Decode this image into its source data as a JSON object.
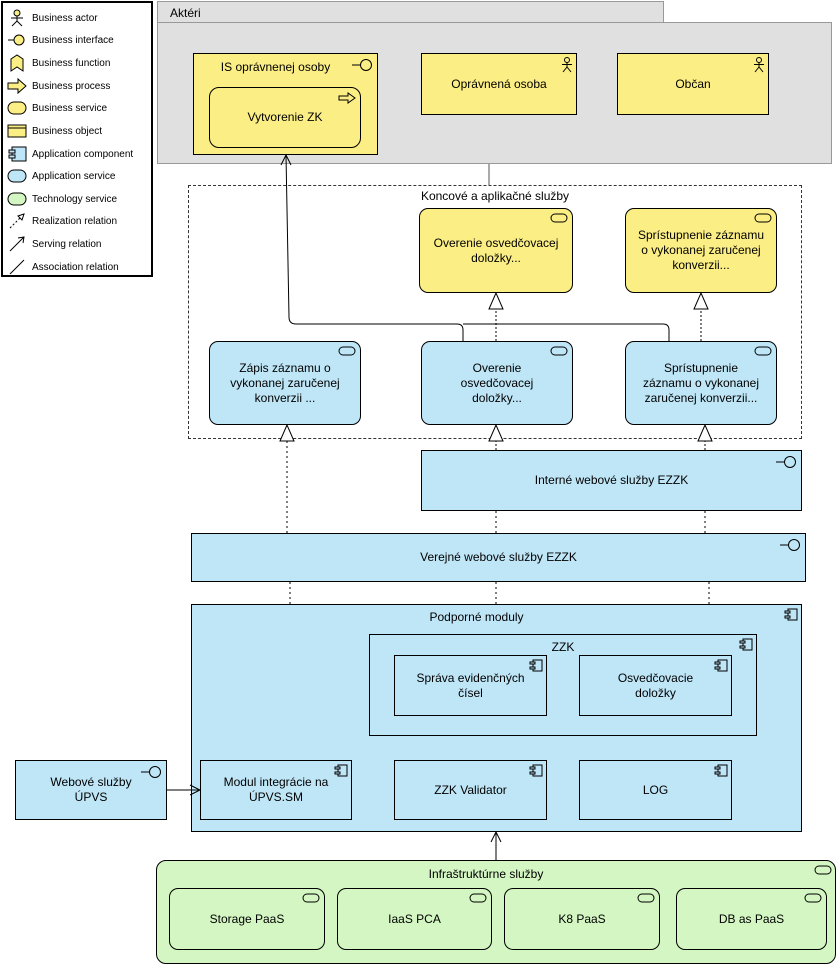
{
  "legend": {
    "items": [
      {
        "icon": "business-actor-icon",
        "label": "Business actor"
      },
      {
        "icon": "business-interface-icon",
        "label": "Business interface"
      },
      {
        "icon": "business-function-icon",
        "label": "Business function"
      },
      {
        "icon": "business-process-icon",
        "label": "Business process"
      },
      {
        "icon": "business-service-icon",
        "label": "Business service"
      },
      {
        "icon": "business-object-icon",
        "label": "Business object"
      },
      {
        "icon": "application-component-icon",
        "label": "Application component"
      },
      {
        "icon": "application-service-icon",
        "label": "Application service"
      },
      {
        "icon": "technology-service-icon",
        "label": "Technology service"
      },
      {
        "icon": "realization-relation-icon",
        "label": "Realization relation"
      },
      {
        "icon": "serving-relation-icon",
        "label": "Serving relation"
      },
      {
        "icon": "association-relation-icon",
        "label": "Association relation"
      }
    ]
  },
  "groups": {
    "actors": "Aktéri",
    "end_services": "Koncové a aplikačné služby",
    "support": "Podporné moduly",
    "zzk": "ZZK",
    "infra": "Infraštruktúrne služby"
  },
  "nodes": {
    "is_interface": "IS oprávnenej osoby",
    "vytvorenie": "Vytvorenie ZK",
    "opravnena_osoba": "Oprávnená osoba",
    "obcan": "Občan",
    "overenie_bs": "Overenie osvedčovacej doložky...",
    "spristupnenie_bs": "Sprístupnenie záznamu o vykonanej zaručenej konverzii...",
    "zapis_as": "Zápis záznamu o vykonanej zaručenej konverzii ...",
    "overenie_as": "Overenie osvedčovacej doložky...",
    "spristupnenie_as": "Sprístupnenie záznamu o vykonanej zaručenej konverzii...",
    "interne_ws": "Interné webové služby EZZK",
    "verejne_ws": "Verejné webové služby EZZK",
    "sprava": "Správa evidenčných čísel",
    "osvedcovacie": "Osvedčovacie doložky",
    "webove_upvs": "Webové služby ÚPVS",
    "modul_integracie": "Modul integrácie na ÚPVS.SM",
    "validator": "ZZK Validator",
    "log": "LOG",
    "storage": "Storage PaaS",
    "iaas": "IaaS PCA",
    "k8": "K8 PaaS",
    "db": "DB as PaaS"
  },
  "colors": {
    "business": "#fbee84",
    "application": "#bfe6f7",
    "technology": "#d3f6c2",
    "group": "#e0e0e0"
  }
}
